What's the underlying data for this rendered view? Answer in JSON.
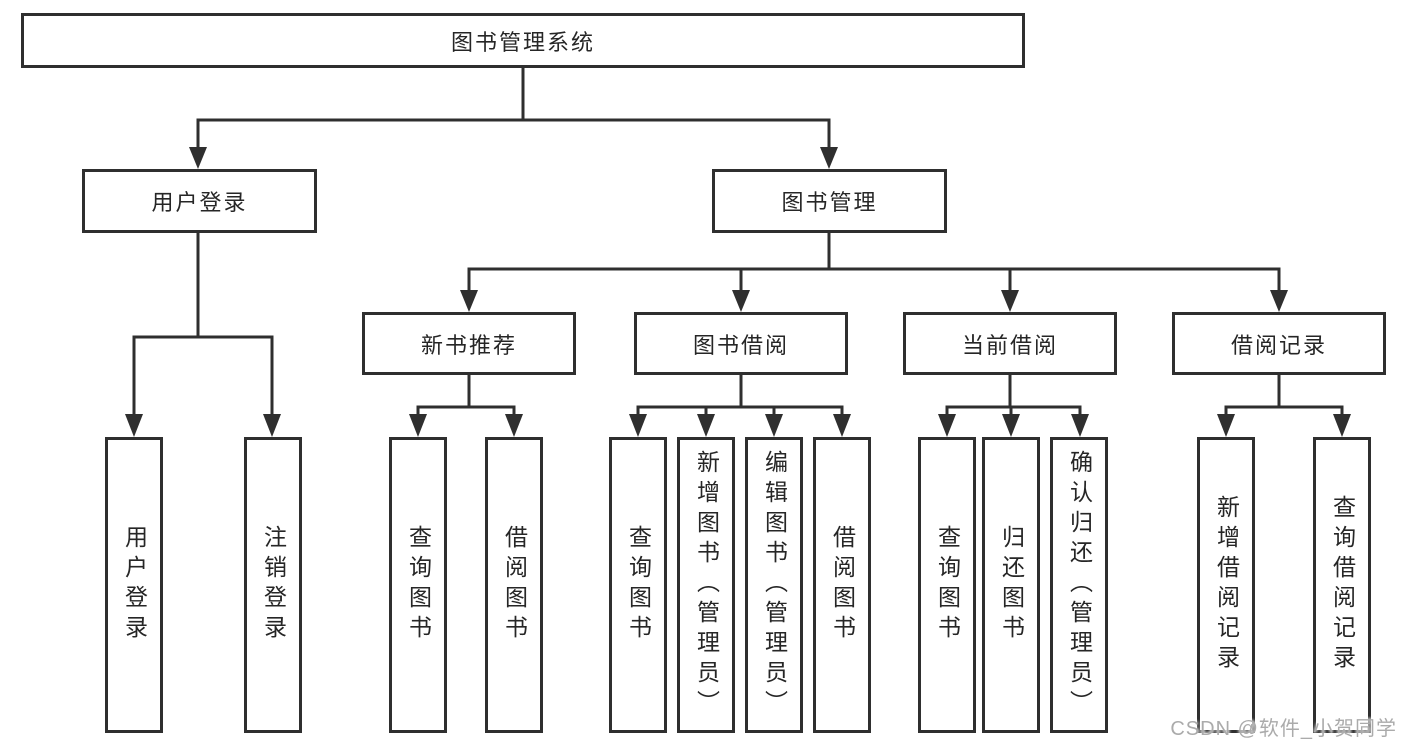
{
  "diagram": {
    "root": {
      "label": "图书管理系统"
    },
    "user_login": {
      "label": "用户登录",
      "children": [
        {
          "label": "用户登录"
        },
        {
          "label": "注销登录"
        }
      ]
    },
    "book_management": {
      "label": "图书管理",
      "modules": [
        {
          "label": "新书推荐",
          "children": [
            {
              "label": "查询图书"
            },
            {
              "label": "借阅图书"
            }
          ]
        },
        {
          "label": "图书借阅",
          "children": [
            {
              "label": "查询图书"
            },
            {
              "label": "新增图书（管理员）"
            },
            {
              "label": "编辑图书（管理员）"
            },
            {
              "label": "借阅图书"
            }
          ]
        },
        {
          "label": "当前借阅",
          "children": [
            {
              "label": "查询图书"
            },
            {
              "label": "归还图书"
            },
            {
              "label": "确认归还（管理员）"
            }
          ]
        },
        {
          "label": "借阅记录",
          "children": [
            {
              "label": "新增借阅记录"
            },
            {
              "label": "查询借阅记录"
            }
          ]
        }
      ]
    }
  },
  "watermark": {
    "label": "CSDN @软件_小贺同学"
  },
  "colors": {
    "line": "#2f2f2f",
    "text": "#262626",
    "watermark": "#ababab",
    "background": "#ffffff"
  }
}
